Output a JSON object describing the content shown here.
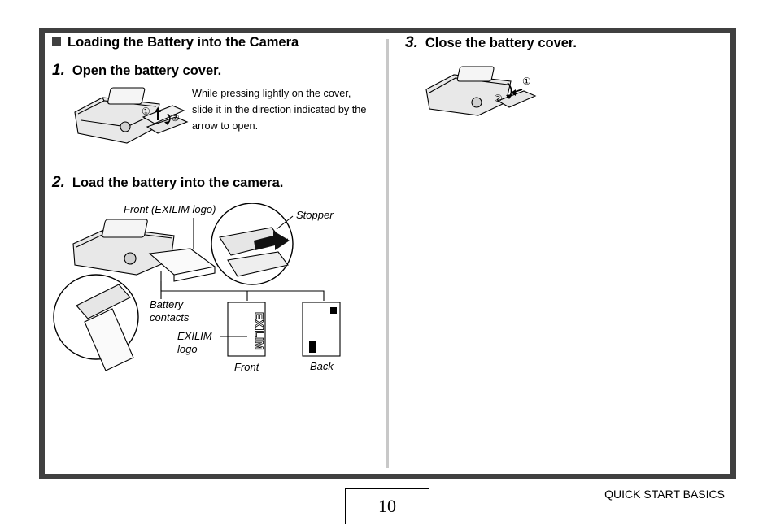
{
  "heading": "Loading the Battery into the Camera",
  "steps": [
    {
      "number": "1.",
      "title": "Open the battery cover."
    },
    {
      "number": "2.",
      "title": "Load the battery into the camera."
    },
    {
      "number": "3.",
      "title": "Close the battery cover."
    }
  ],
  "step1_text": "While pressing lightly on the cover, slide it in the direction indicated by the arrow to open.",
  "callouts": {
    "circle1": "①",
    "circle2": "②"
  },
  "figure2_labels": {
    "front_logo": "Front (EXILIM logo)",
    "stopper": "Stopper",
    "battery_contacts": "Battery contacts",
    "exilim_logo": "EXILIM logo",
    "front": "Front",
    "back": "Back"
  },
  "footer": {
    "page_number": "10",
    "section": "QUICK START BASICS"
  }
}
